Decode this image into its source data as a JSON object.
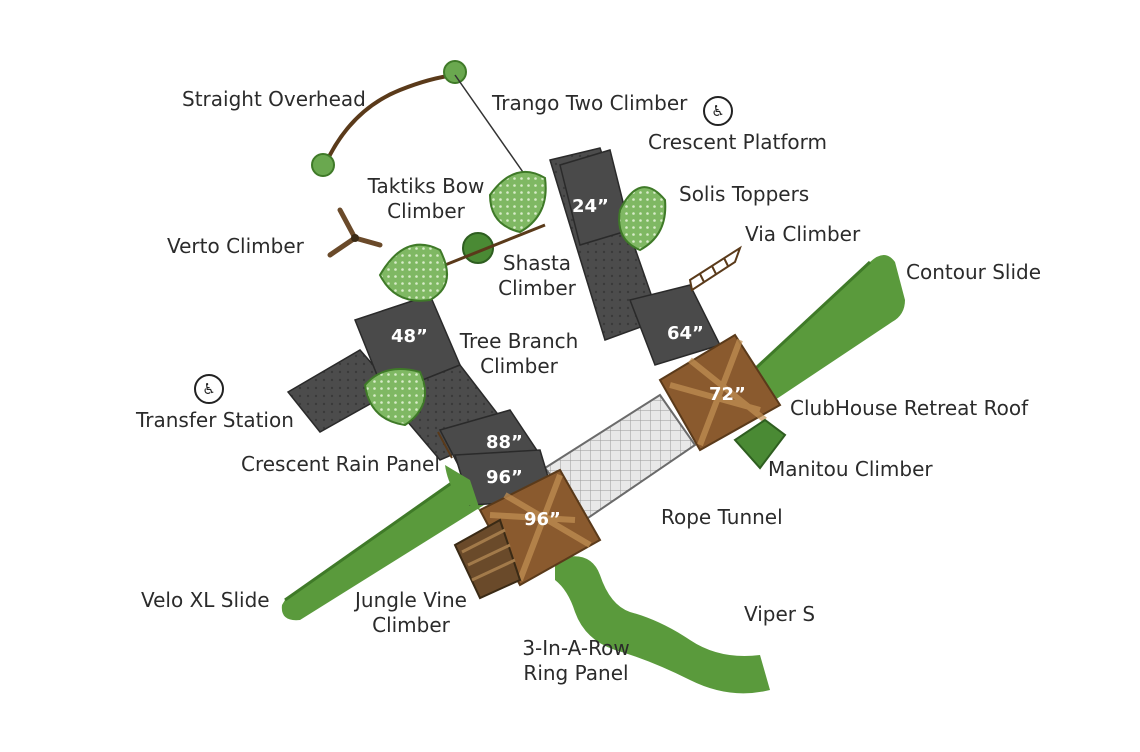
{
  "labels": {
    "straight_overhead": "Straight Overhead",
    "trango_two_climber": "Trango Two Climber",
    "crescent_platform": "Crescent Platform",
    "taktiks_bow_climber_1": "Taktiks Bow",
    "taktiks_bow_climber_2": "Climber",
    "solis_toppers": "Solis Toppers",
    "verto_climber": "Verto Climber",
    "shasta_climber_1": "Shasta",
    "shasta_climber_2": "Climber",
    "via_climber": "Via Climber",
    "contour_slide": "Contour Slide",
    "tree_branch_climber_1": "Tree Branch",
    "tree_branch_climber_2": "Climber",
    "transfer_station": "Transfer Station",
    "clubhouse_retreat_roof": "ClubHouse Retreat Roof",
    "crescent_rain_panel": "Crescent Rain Panel",
    "manitou_climber": "Manitou Climber",
    "rope_tunnel": "Rope Tunnel",
    "velo_xl_slide": "Velo XL Slide",
    "jungle_vine_climber_1": "Jungle Vine",
    "jungle_vine_climber_2": "Climber",
    "viper_s": "Viper S",
    "ring_panel_1": "3-In-A-Row",
    "ring_panel_2": "Ring Panel"
  },
  "deck_heights": {
    "h24": "24”",
    "h48": "48”",
    "h64": "64”",
    "h72": "72”",
    "h88": "88”",
    "h96a": "96”",
    "h96b": "96”"
  },
  "icons": {
    "accessibility_1": "accessibility-icon",
    "accessibility_2": "accessibility-icon"
  },
  "colors": {
    "slide_green": "#5a9a3c",
    "deck_gray": "#4a4a4a",
    "roof_brown": "#8a5a2e",
    "panel_green": "#7ab55c"
  }
}
